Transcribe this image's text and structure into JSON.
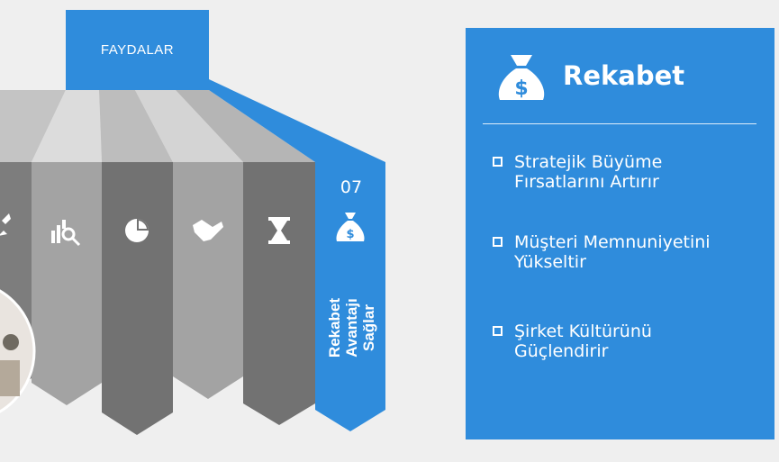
{
  "header": {
    "label": "FAYDALAR"
  },
  "active_tab": {
    "number": "07",
    "label_line1": "Rekabet",
    "label_line2": "Avantajı",
    "label_line3": "Sağlar",
    "icon": "money-bag-icon"
  },
  "strip_icons": [
    "rocket-icon",
    "chart-search-icon",
    "pie-chart-icon",
    "handshake-icon",
    "hourglass-icon"
  ],
  "panel": {
    "title": "Rekabet",
    "icon": "money-bag-icon",
    "bullets": [
      {
        "line1": "Stratejik Büyüme",
        "line2": "Fırsatlarını Artırır"
      },
      {
        "line1": "Müşteri Memnuniyetini",
        "line2": "Yükseltir"
      },
      {
        "line1": "Şirket Kültürünü",
        "line2": "Güçlendirir"
      }
    ]
  },
  "colors": {
    "accent": "#2f8cdc",
    "background": "#efefef",
    "strip_light": "#9e9e9e",
    "strip_dark": "#6e6e6e"
  }
}
